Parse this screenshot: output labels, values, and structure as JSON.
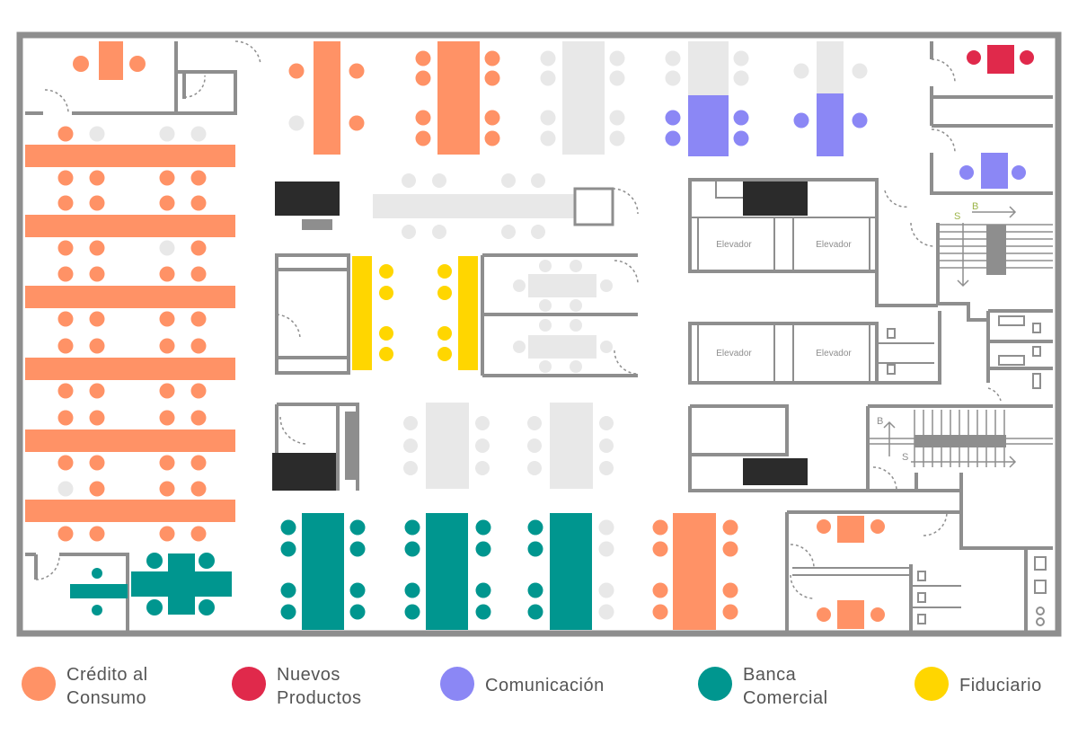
{
  "colors": {
    "credito": "#FF9266",
    "nuevos": "#E0294B",
    "comunicacion": "#8B87F5",
    "banca": "#00968F",
    "fiduciario": "#FFD600",
    "unassigned": "#E8E8E8",
    "wall": "#8E8E8E",
    "black": "#2B2B2B"
  },
  "labels": {
    "elevator": "Elevador",
    "stair_down": "B",
    "stair_up": "S"
  },
  "legend": [
    {
      "key": "credito",
      "line1": "Crédito al",
      "line2": "Consumo",
      "color": "#FF9266"
    },
    {
      "key": "nuevos",
      "line1": "Nuevos",
      "line2": "Productos",
      "color": "#E0294B"
    },
    {
      "key": "comunicacion",
      "line1": "Comunicación",
      "line2": "",
      "color": "#8B87F5"
    },
    {
      "key": "banca",
      "line1": "Banca",
      "line2": "Comercial",
      "color": "#00968F"
    },
    {
      "key": "fiduciario",
      "line1": "Fiduciario",
      "line2": "",
      "color": "#FFD600"
    }
  ]
}
